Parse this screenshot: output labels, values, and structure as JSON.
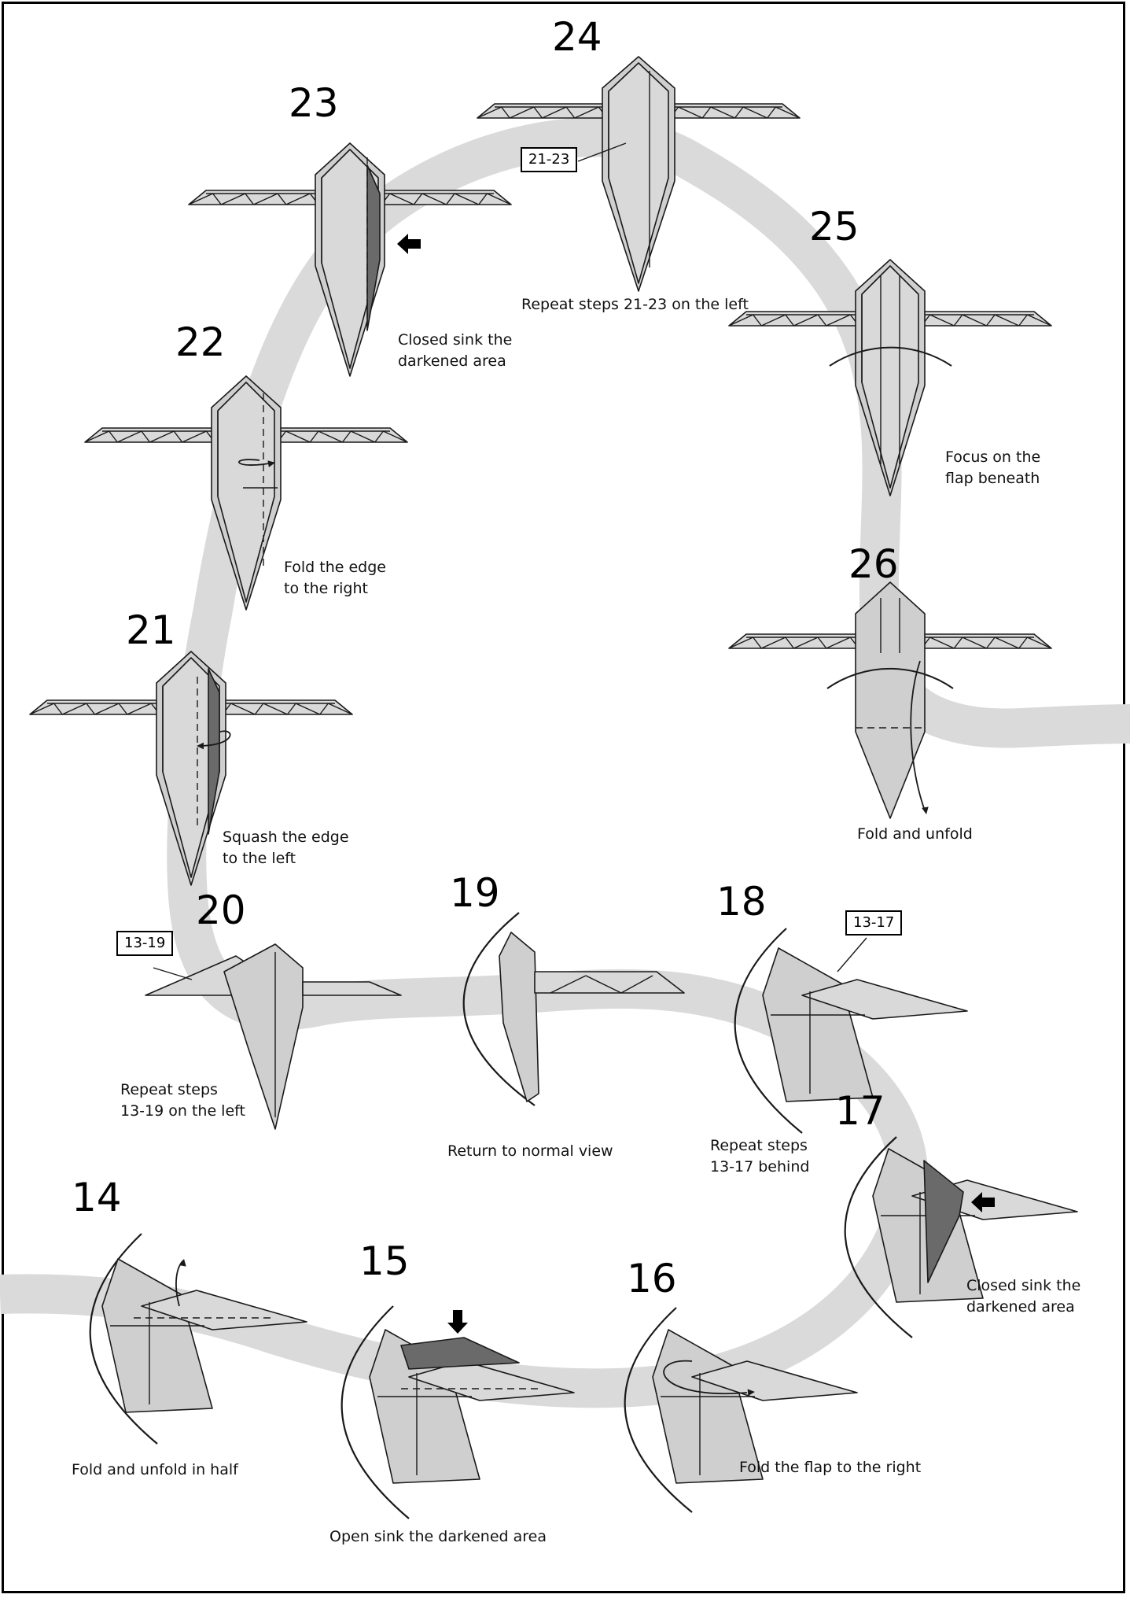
{
  "colors": {
    "path": "#dadada",
    "paper": "#cfcfcf",
    "paper_light": "#d9d9d9",
    "dark": "#6a6a6a",
    "line": "#1a1a1a"
  },
  "steps": [
    {
      "id": "14",
      "number": "14",
      "caption": [
        "Fold and unfold in half"
      ]
    },
    {
      "id": "15",
      "number": "15",
      "caption": [
        "Open sink the darkened area"
      ]
    },
    {
      "id": "16",
      "number": "16",
      "caption": [
        "Fold the flap to the right"
      ]
    },
    {
      "id": "17",
      "number": "17",
      "caption": [
        "Closed sink the",
        "darkened area"
      ]
    },
    {
      "id": "18",
      "number": "18",
      "caption": [
        "Repeat steps",
        "13-17 behind"
      ],
      "ref": "13-17"
    },
    {
      "id": "19",
      "number": "19",
      "caption": [
        "Return to normal view"
      ]
    },
    {
      "id": "20",
      "number": "20",
      "caption": [
        "Repeat steps",
        "13-19 on the left"
      ],
      "ref": "13-19"
    },
    {
      "id": "21",
      "number": "21",
      "caption": [
        "Squash the edge",
        "to the left"
      ]
    },
    {
      "id": "22",
      "number": "22",
      "caption": [
        "Fold the edge",
        "to the right"
      ]
    },
    {
      "id": "23",
      "number": "23",
      "caption": [
        "Closed sink the",
        "darkened area"
      ]
    },
    {
      "id": "24",
      "number": "24",
      "caption": [
        "Repeat steps 21-23 on the left"
      ],
      "ref": "21-23"
    },
    {
      "id": "25",
      "number": "25",
      "caption": [
        "Focus on the",
        "flap beneath"
      ]
    },
    {
      "id": "26",
      "number": "26",
      "caption": [
        "Fold and unfold"
      ]
    }
  ]
}
